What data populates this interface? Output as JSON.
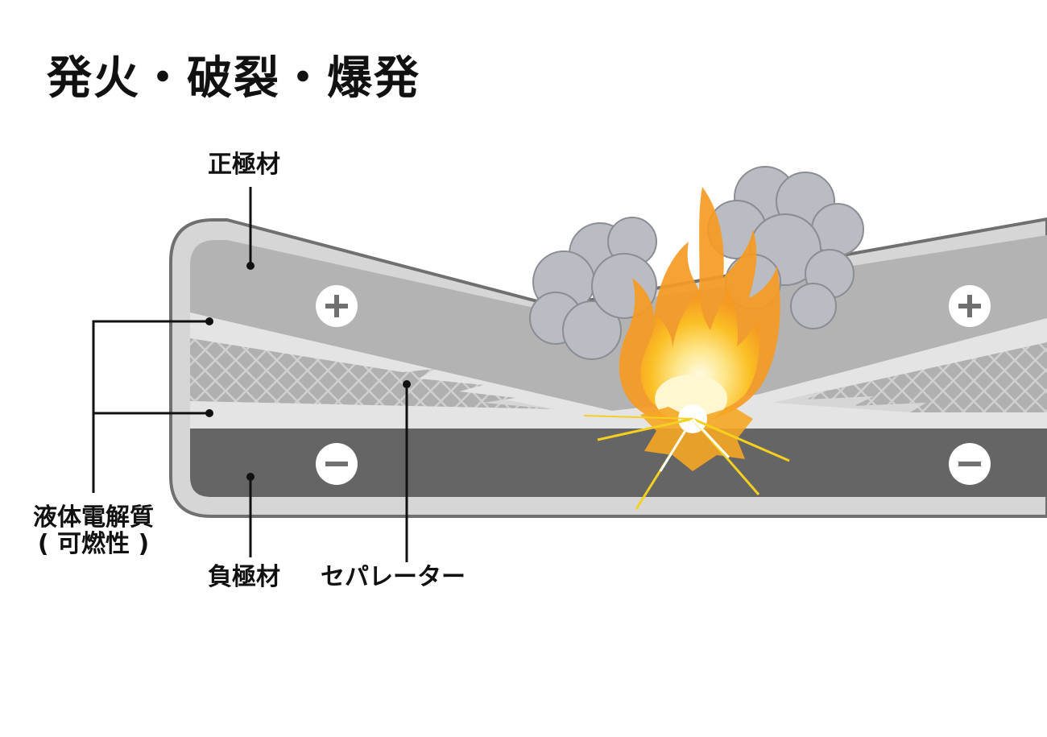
{
  "title": "発火・破裂・爆発",
  "labels": {
    "positive_material": "正極材",
    "negative_material": "負極材",
    "electrolyte_line1": "液体電解質",
    "electrolyte_line2": "( 可燃性 )",
    "separator": "セパレーター"
  },
  "icons": {
    "positive": "plus-icon",
    "negative": "minus-icon",
    "fire": "fire-icon",
    "smoke": "smoke-icon",
    "spark": "spark-icon"
  },
  "colors": {
    "outline": "#707070",
    "casing": "#d6d6d6",
    "positive_layer": "#b3b3b3",
    "electrolyte": "#e4e4e4",
    "separator": "#a9a9a9",
    "negative_layer": "#656565",
    "flame_outer": "#f59a23",
    "flame_inner": "#fcd34d",
    "smoke": "#b9bcc2"
  }
}
